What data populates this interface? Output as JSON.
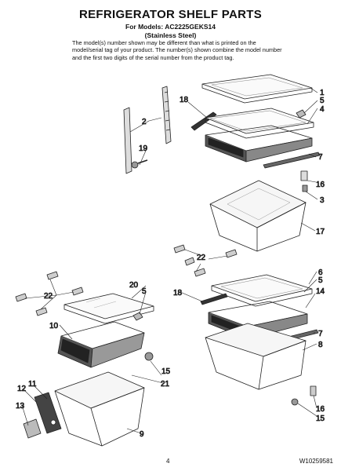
{
  "header": {
    "title": "REFRIGERATOR SHELF PARTS",
    "models": "For Models: AC2225GEKS14",
    "finish": "(Stainless Steel)",
    "note": "The model(s) number shown may be different than what is printed on the model/serial tag of your product. The number(s) shown combine the model number and the first two digits of the serial number from the product tag."
  },
  "callouts": {
    "c1": "1",
    "c5a": "5",
    "c4": "4",
    "c18a": "18",
    "c2": "2",
    "c19": "19",
    "c7a": "7",
    "c16a": "16",
    "c3": "3",
    "c17": "17",
    "c22a": "22",
    "c6": "6",
    "c5b": "5",
    "c14": "14",
    "c18b": "18",
    "c7b": "7",
    "c8": "8",
    "c16b": "16",
    "c15b": "15",
    "c20": "20",
    "c22b": "22",
    "c5c": "5",
    "c10": "10",
    "c15a": "15",
    "c21": "21",
    "c12": "12",
    "c11": "11",
    "c13": "13",
    "c9": "9"
  },
  "footer": {
    "page": "4",
    "doc": "W10259581"
  }
}
